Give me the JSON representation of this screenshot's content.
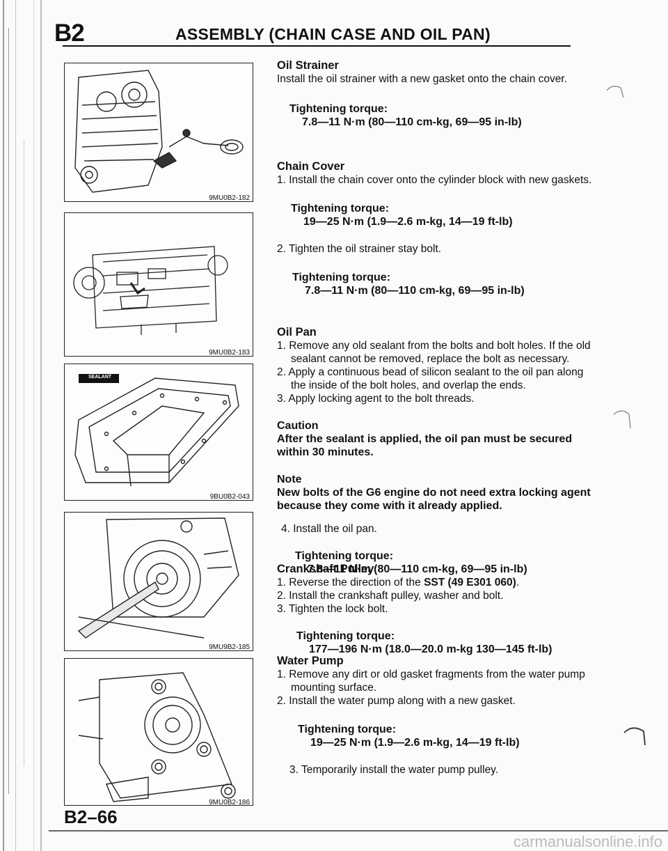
{
  "header": {
    "section_code": "B2",
    "title": "ASSEMBLY (CHAIN CASE AND OIL PAN)"
  },
  "figures": [
    {
      "code": "9MU0B2-182",
      "icon": "chain-cover-oil-strainer-illustration"
    },
    {
      "code": "9MU0B2-183",
      "icon": "oil-strainer-stay-illustration"
    },
    {
      "code": "9BU0B2-043",
      "icon": "oil-pan-sealant-illustration"
    },
    {
      "code": "9MU9B2-185",
      "icon": "crankshaft-pulley-sst-illustration"
    },
    {
      "code": "9MU0B2-186",
      "icon": "water-pump-illustration"
    }
  ],
  "sealant_label": "SEALANT",
  "sections": {
    "oil_strainer": {
      "heading": "Oil Strainer",
      "body": "Install the oil strainer with a new gasket onto the chain cover.",
      "torque_label": "Tightening torque:",
      "torque_value": "7.8—11 N·m (80—110 cm-kg, 69—95 in-lb)"
    },
    "chain_cover": {
      "heading": "Chain Cover",
      "step1": "1. Install the chain cover onto the cylinder block with new gaskets.",
      "torque1_label": "Tightening torque:",
      "torque1_value": "19—25 N·m (1.9—2.6 m-kg, 14—19 ft-lb)",
      "step2": "2. Tighten the oil strainer stay bolt.",
      "torque2_label": "Tightening torque:",
      "torque2_value": "7.8—11 N·m (80—110 cm-kg, 69—95 in-lb)"
    },
    "oil_pan": {
      "heading": "Oil Pan",
      "step1": "1. Remove any old sealant from the bolts and bolt holes. If the old sealant cannot be removed, replace the bolt as necessary.",
      "step2": "2. Apply a continuous bead of silicon sealant to the oil pan along the inside of the bolt holes, and overlap the ends.",
      "step3": "3. Apply locking agent to the bolt threads.",
      "caution_heading": "Caution",
      "caution_text": "After the sealant is applied, the oil pan must be secured within 30 minutes.",
      "note_heading": "Note",
      "note_text": "New bolts of the G6 engine do not need extra locking agent because they come with it already applied.",
      "step4": "4. Install the oil pan.",
      "torque_label": "Tightening torque:",
      "torque_value": "7.8—11 N·m (80—110 cm-kg, 69—95 in-lb)"
    },
    "crankshaft_pulley": {
      "heading": "Crankshaft Pulley",
      "step1_prefix": "1. Reverse the direction of the ",
      "step1_bold": "SST (49 E301 060)",
      "step1_suffix": ".",
      "step2": "2. Install the crankshaft pulley, washer and bolt.",
      "step3": "3. Tighten the lock bolt.",
      "torque_label": "Tightening torque:",
      "torque_value": "177—196 N·m (18.0—20.0 m-kg 130—145 ft-lb)"
    },
    "water_pump": {
      "heading": "Water Pump",
      "step1": "1. Remove any dirt or old gasket fragments from the water pump mounting surface.",
      "step2": "2. Install the water pump along with a new gasket.",
      "torque_label": "Tightening torque:",
      "torque_value": "19—25 N·m (1.9—2.6 m-kg, 14—19 ft-lb)",
      "step3": "3. Temporarily install the water pump pulley."
    }
  },
  "page_number": "B2–66",
  "footer": "carmanualsonline.info"
}
